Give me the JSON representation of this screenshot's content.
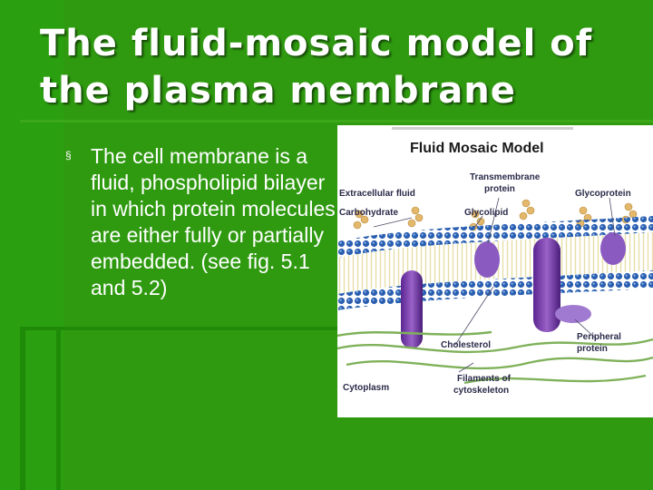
{
  "slide": {
    "title_lines": [
      "The fluid-mosaic model of",
      "the plasma membrane"
    ],
    "bullet_marker": "§",
    "bullet_text": "The cell membrane is a fluid, phospholipid bilayer in which protein molecules are either fully or partially embedded. (see fig. 5.1 and 5.2)"
  },
  "figure": {
    "title": "Fluid Mosaic Model",
    "labels": {
      "transmembrane_line1": "Transmembrane",
      "transmembrane_line2": "protein",
      "glycoprotein": "Glycoprotein",
      "extracellular_fluid": "Extracellular fluid",
      "carbohydrate": "Carbohydrate",
      "glycolipid": "Glycolipid",
      "cholesterol": "Cholesterol",
      "peripheral_line1": "Peripheral",
      "peripheral_line2": "protein",
      "filaments_line1": "Filaments of",
      "filaments_line2": "cytoskeleton",
      "cytoplasm": "Cytoplasm"
    }
  },
  "colors": {
    "background": "#2f9a10",
    "title_text": "#ffffff",
    "body_text": "#ffffff",
    "membrane_heads": "#2a5fb0",
    "protein": "#7a3fa6",
    "filaments": "#7fb15a"
  }
}
